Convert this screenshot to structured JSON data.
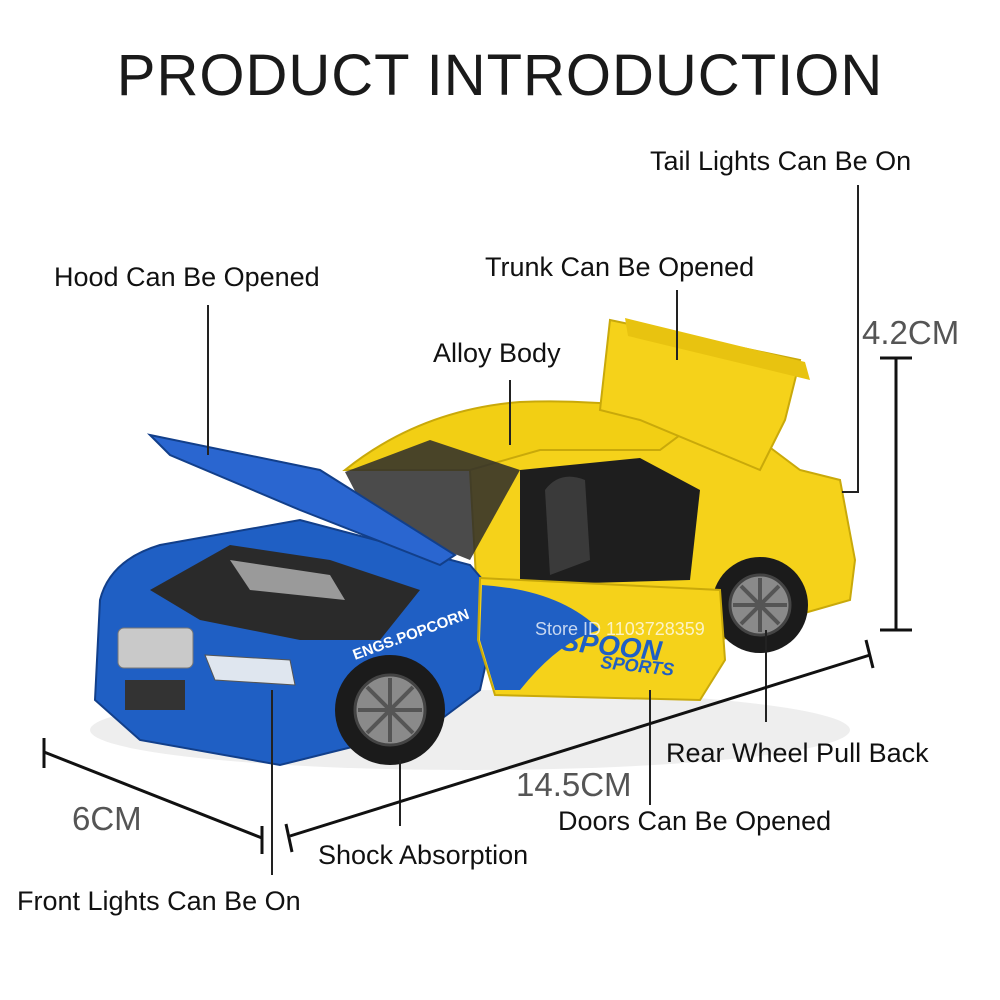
{
  "title": "PRODUCT INTRODUCTION",
  "callouts": {
    "tail_lights": "Tail Lights Can Be On",
    "hood": "Hood Can Be Opened",
    "trunk": "Trunk Can Be Opened",
    "alloy_body": "Alloy Body",
    "rear_wheel": "Rear Wheel Pull Back",
    "doors": "Doors Can Be Opened",
    "shock": "Shock Absorption",
    "front_lights": "Front Lights Can Be On"
  },
  "dimensions": {
    "height": "4.2CM",
    "length": "14.5CM",
    "width": "6CM"
  },
  "car_decals": {
    "brand": "SPOON",
    "brand_sub": "SPORTS",
    "side": "ENGS.POPCORN",
    "watermark": "Store ID 1103728359"
  },
  "colors": {
    "body_blue": "#1f5fc4",
    "body_yellow": "#f5d21a",
    "tire": "#1b1b1b",
    "rim": "#8a8a8a"
  }
}
